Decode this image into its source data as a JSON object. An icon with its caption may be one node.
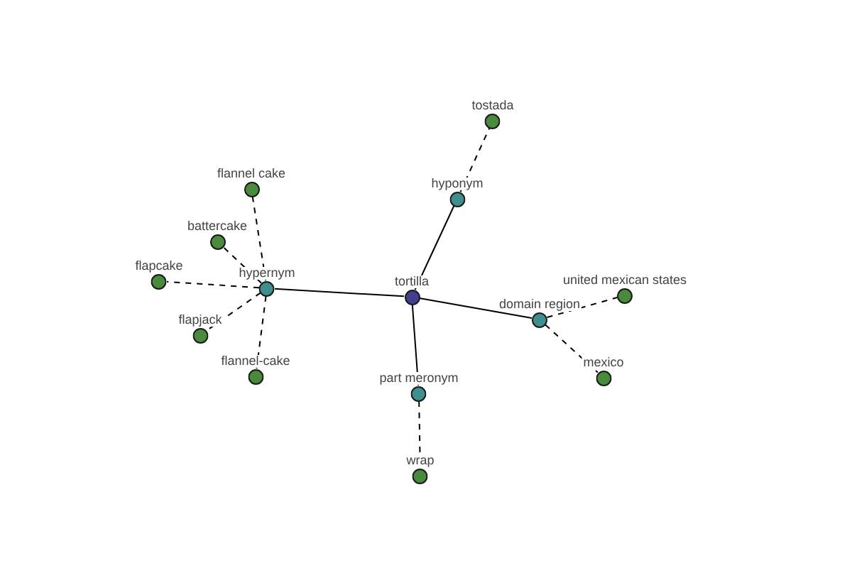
{
  "diagram": {
    "nodes": [
      {
        "text": [
          "tortilla"
        ]
      },
      {
        "text": [
          "hyponym"
        ]
      },
      {
        "text": [
          "tostada"
        ]
      },
      {
        "text": [
          "hypernym"
        ]
      },
      {
        "text": [
          "flannel cake"
        ]
      },
      {
        "text": [
          "battercake"
        ]
      },
      {
        "text": [
          "flapcake"
        ]
      },
      {
        "text": [
          "flapjack"
        ]
      },
      {
        "text": [
          "flannel-cake"
        ]
      },
      {
        "text": [
          "domain region"
        ]
      },
      {
        "text": [
          "united mexican states"
        ]
      },
      {
        "text": [
          "mexico"
        ]
      },
      {
        "text": [
          "part meronym"
        ]
      },
      {
        "text": [
          "wrap"
        ]
      }
    ],
    "edges": [
      {
        "from": 0,
        "to": 1,
        "arrow": "none"
      },
      {
        "from": 0,
        "to": 3,
        "arrow": "none"
      },
      {
        "from": 0,
        "to": 9,
        "arrow": "none"
      },
      {
        "from": 0,
        "to": 12,
        "arrow": "none"
      },
      {
        "from": 1,
        "to": 2,
        "arrow": "none",
        "style": "dashed"
      },
      {
        "from": 3,
        "to": 4,
        "arrow": "none",
        "style": "dashed"
      },
      {
        "from": 3,
        "to": 5,
        "arrow": "none",
        "style": "dashed"
      },
      {
        "from": 3,
        "to": 6,
        "arrow": "none",
        "style": "dashed"
      },
      {
        "from": 3,
        "to": 7,
        "arrow": "none",
        "style": "dashed"
      },
      {
        "from": 3,
        "to": 8,
        "arrow": "none",
        "style": "dashed"
      },
      {
        "from": 9,
        "to": 10,
        "arrow": "none",
        "style": "dashed"
      },
      {
        "from": 9,
        "to": 11,
        "arrow": "none",
        "style": "dashed"
      },
      {
        "from": 12,
        "to": 13,
        "arrow": "none",
        "style": "dashed"
      }
    ]
  }
}
